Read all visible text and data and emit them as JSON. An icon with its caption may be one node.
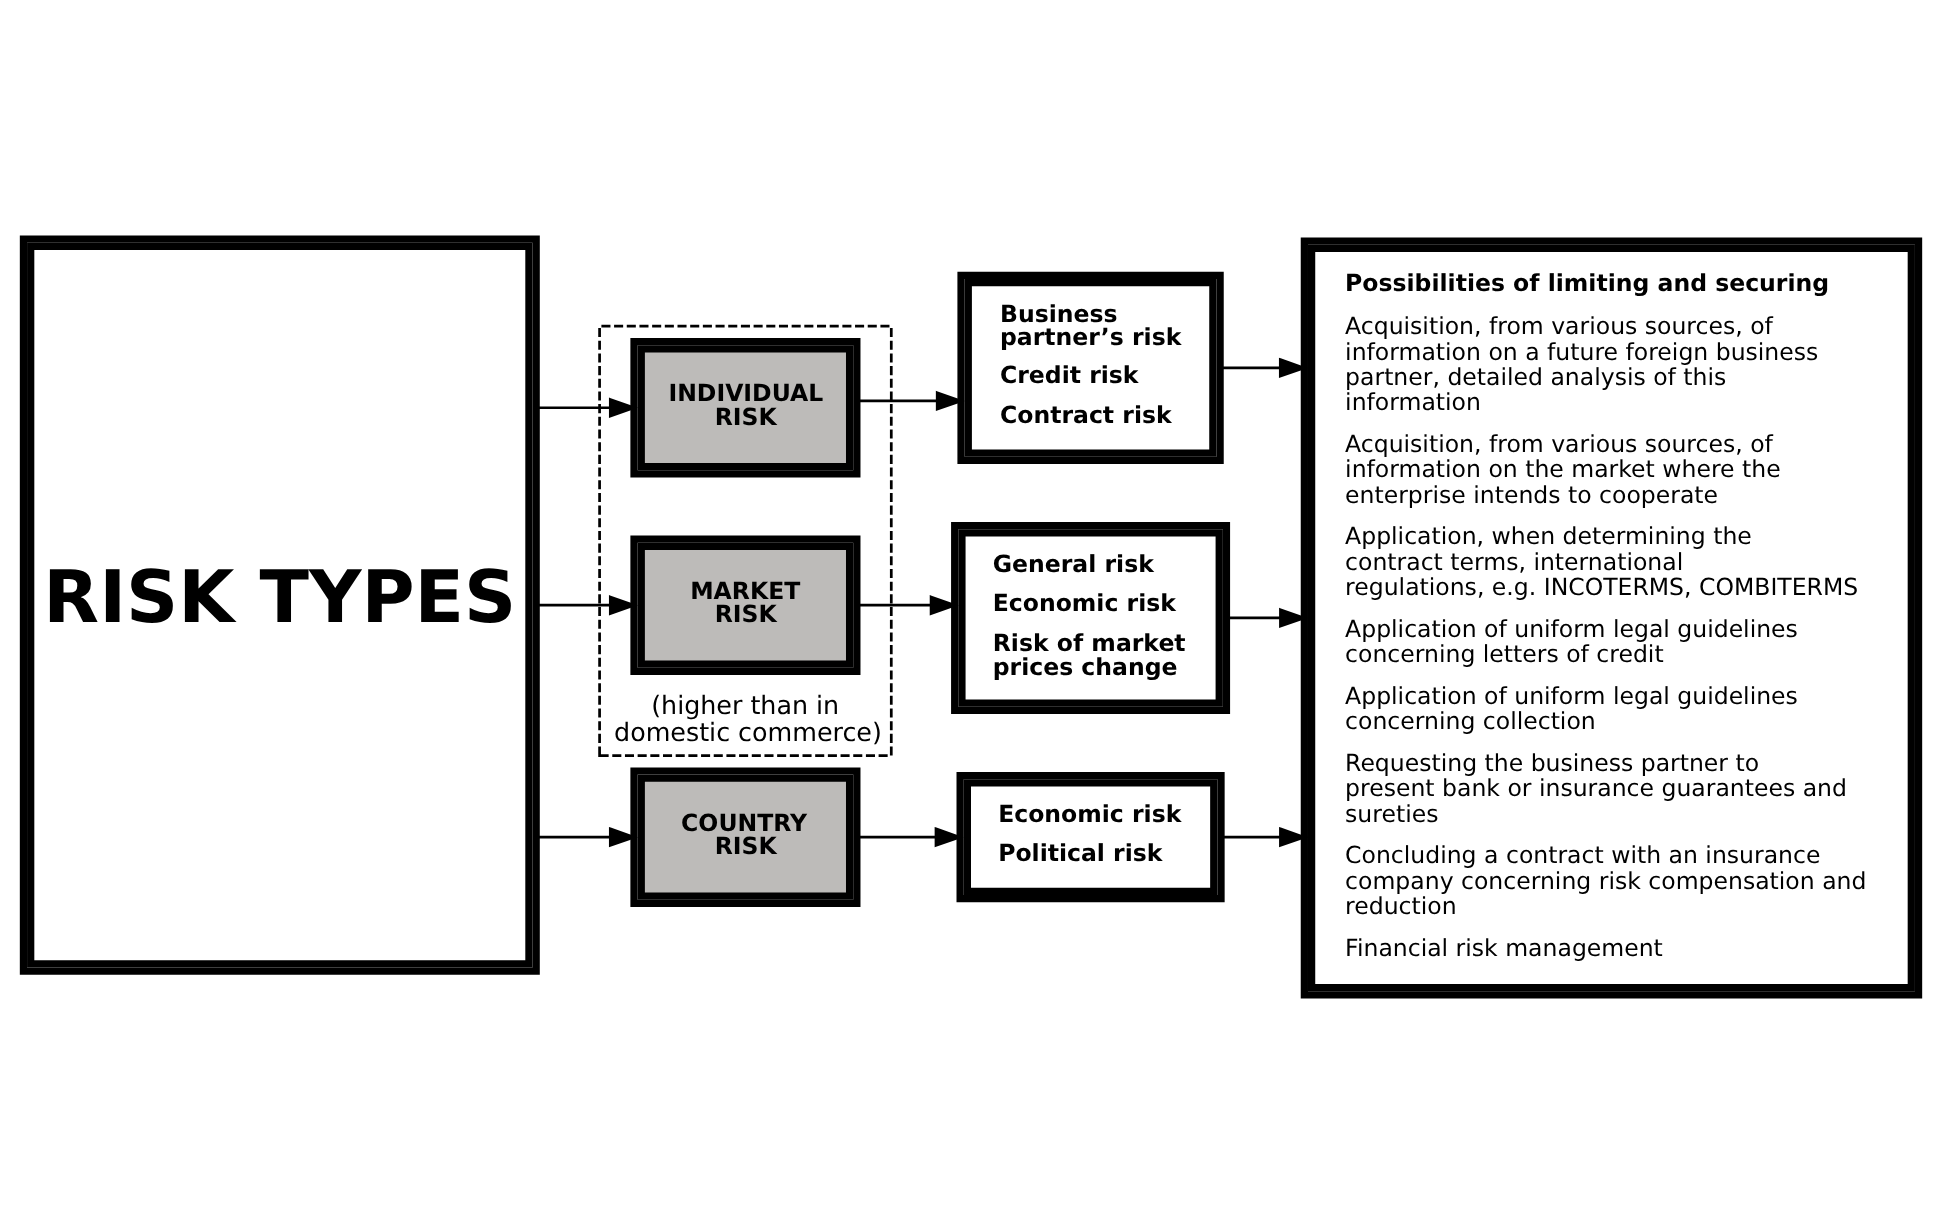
{
  "diagram": {
    "nodes": [
      {
        "text": [
          "RISK TYPES"
        ]
      },
      {
        "text": [
          "(higher than in domestic commerce)"
        ]
      },
      {
        "text": [
          "INDIVIDUAL RISK"
        ],
        "in": 1
      },
      {
        "text": [
          "MARKET RISK"
        ],
        "in": 1
      },
      {
        "text": [
          "COUNTRY RISK"
        ]
      },
      {
        "text": [
          "Business partner’s risk",
          "Credit risk",
          "Contract risk"
        ]
      },
      {
        "text": [
          "General risk",
          "Economic risk",
          "Risk of market prices change"
        ]
      },
      {
        "text": [
          "Economic risk",
          "Political risk"
        ]
      },
      {
        "text": [
          "Possibilities of limiting and securing",
          "Acquisition, from various sources, of information on a future foreign business partner, detailed analysis of this information",
          "Acquisition, from various sources, of information on the market where the enterprise intends to cooperate",
          "Application, when determining the contract terms, international regulations, e.g. INCOTERMS, COMBITERMS",
          "Application of uniform legal guidelines concerning letters of credit",
          "Application of uniform legal guidelines concerning collection",
          "Requesting the business partner to present bank or insurance guarantees and sureties",
          "Concluding a contract with an insurance company concerning risk compensation and reduction",
          "Financial risk management"
        ]
      }
    ],
    "edges": [
      {
        "from": 0,
        "to": 2,
        "arrow": "to"
      },
      {
        "from": 0,
        "to": 3,
        "arrow": "to"
      },
      {
        "from": 0,
        "to": 4,
        "arrow": "to"
      },
      {
        "from": 2,
        "to": 5,
        "arrow": "to"
      },
      {
        "from": 3,
        "to": 6,
        "arrow": "to"
      },
      {
        "from": 4,
        "to": 7,
        "arrow": "to"
      },
      {
        "from": 5,
        "to": 8,
        "arrow": "to"
      },
      {
        "from": 6,
        "to": 8,
        "arrow": "to"
      },
      {
        "from": 7,
        "to": 8,
        "arrow": "to"
      }
    ]
  }
}
